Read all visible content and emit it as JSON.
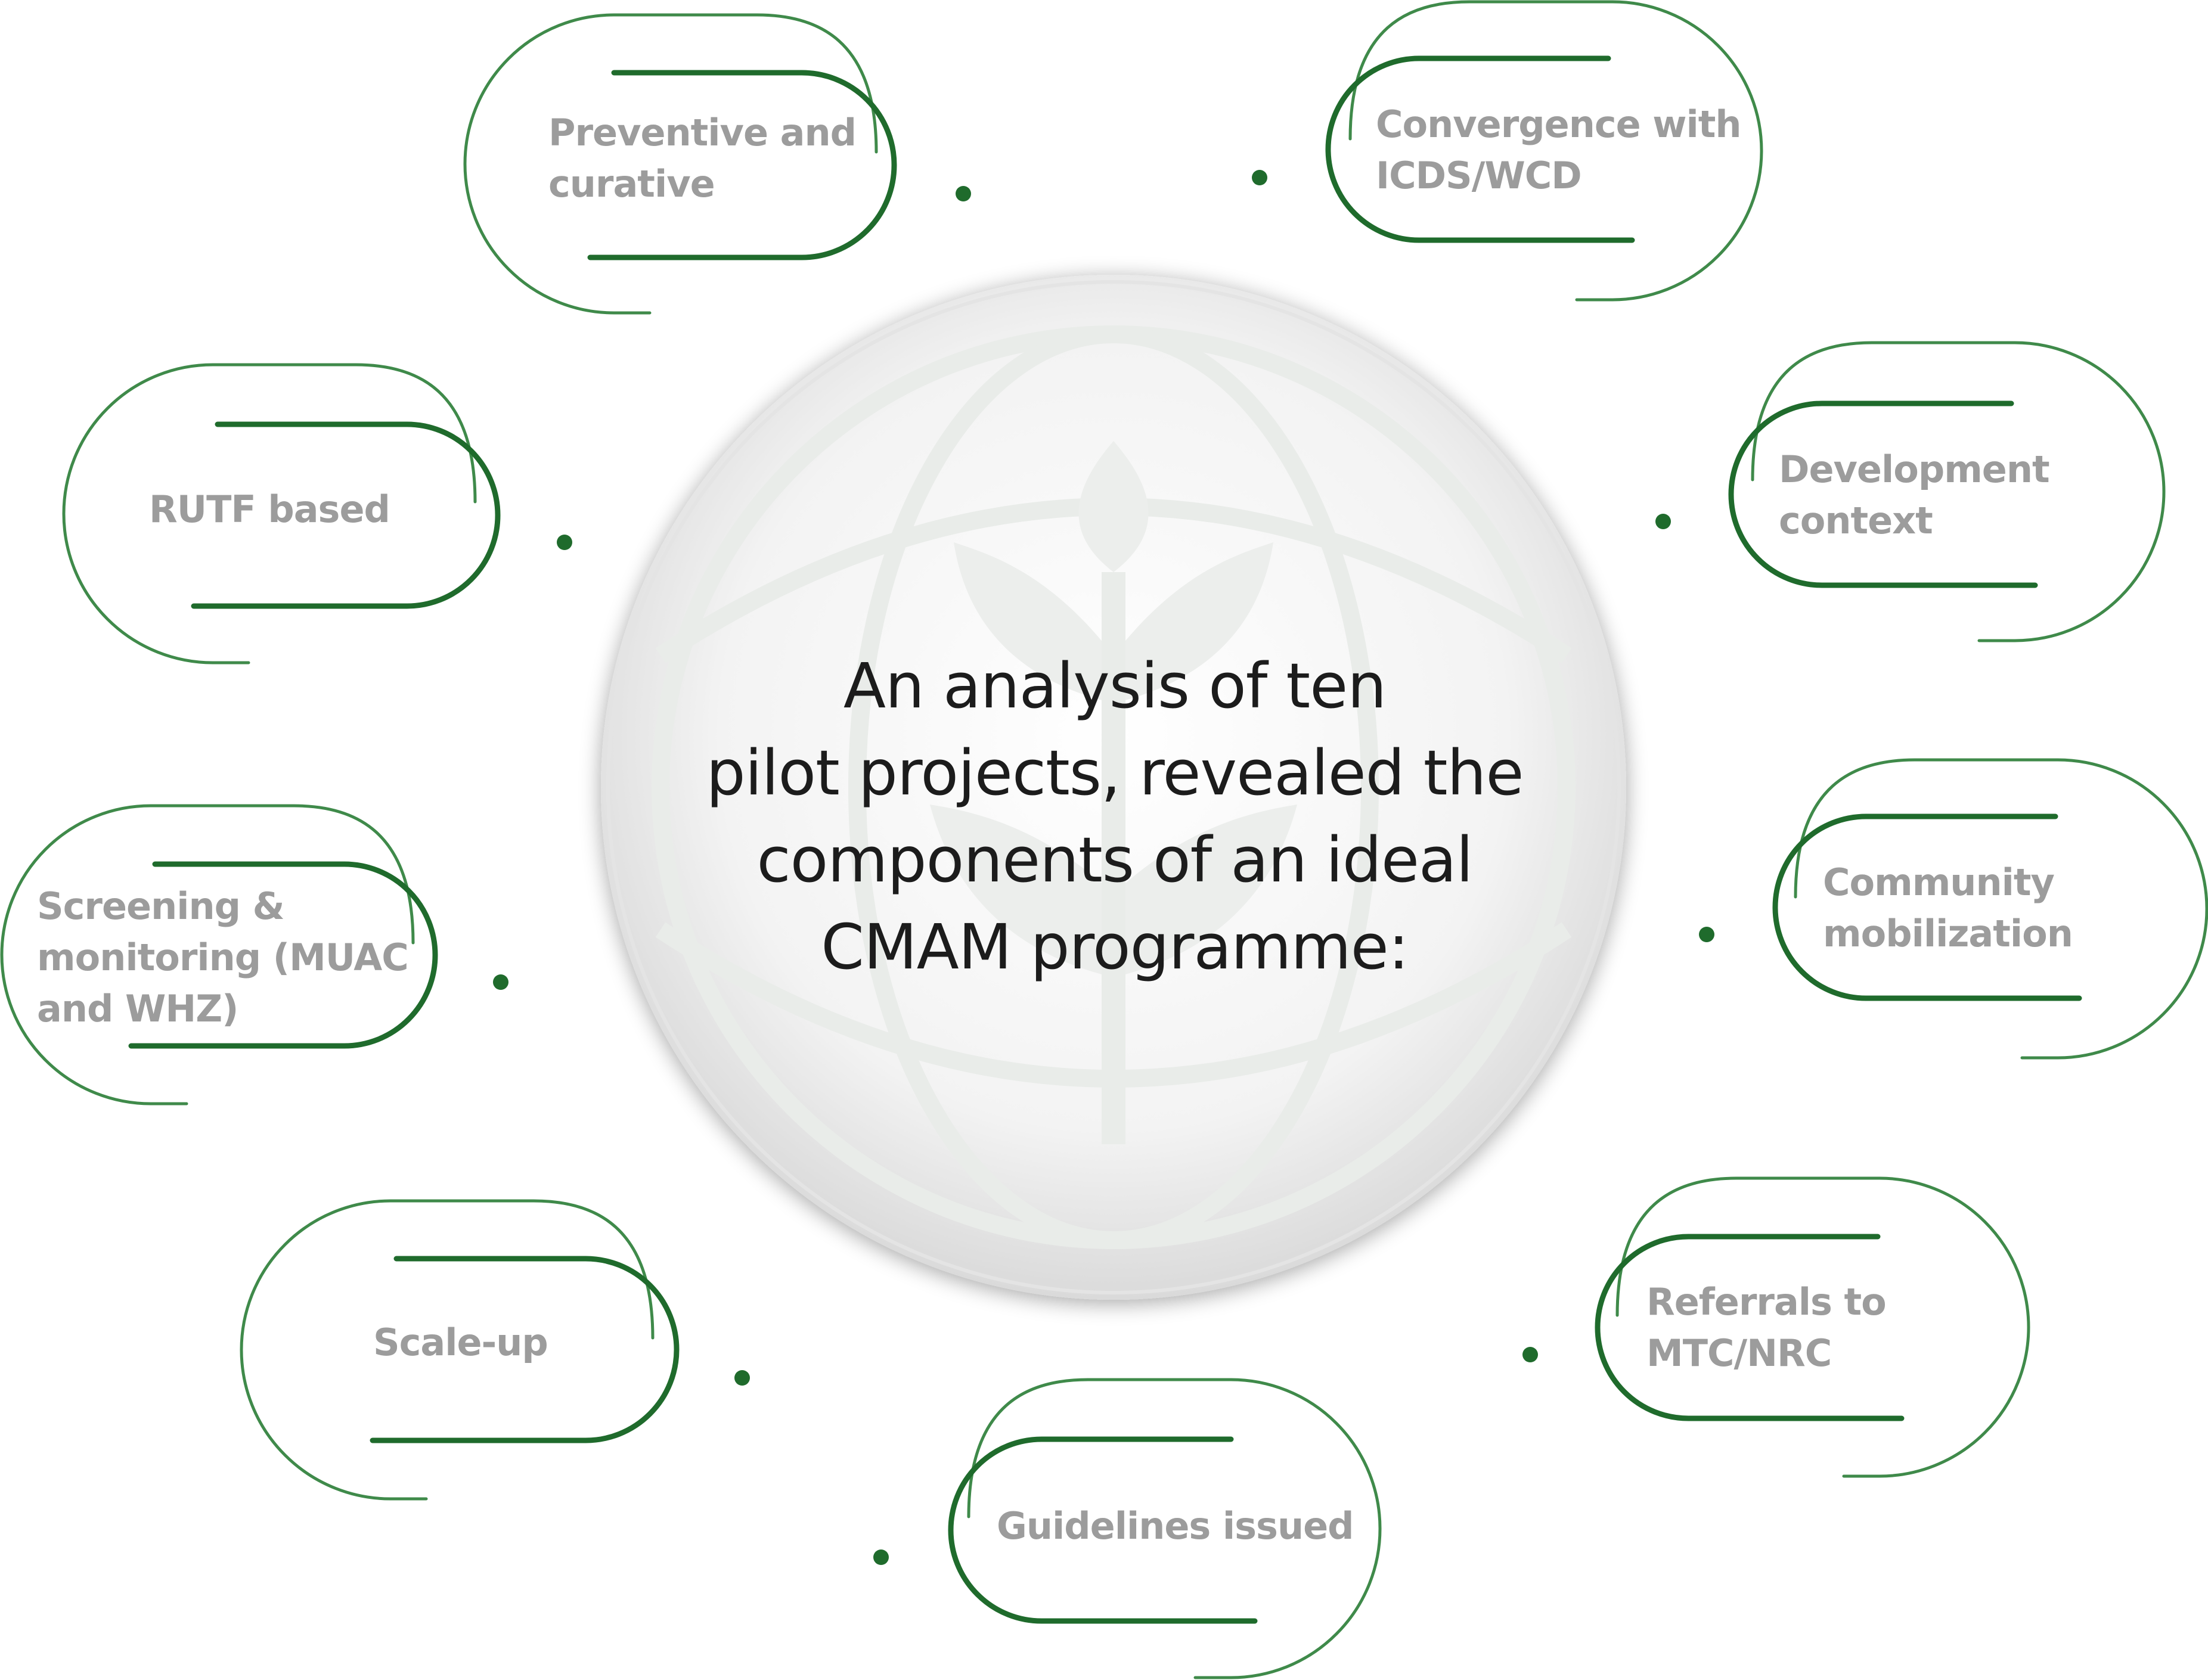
{
  "center": {
    "lines": [
      "An analysis of ten",
      "pilot projects, revealed the",
      "components of an ideal",
      "CMAM programme:"
    ]
  },
  "nodes": [
    {
      "id": "preventive",
      "lines": [
        "Preventive and",
        "curative"
      ]
    },
    {
      "id": "convergence",
      "lines": [
        "Convergence with",
        "ICDS/WCD"
      ]
    },
    {
      "id": "rutf",
      "lines": [
        "RUTF based"
      ]
    },
    {
      "id": "development",
      "lines": [
        "Development",
        "context"
      ]
    },
    {
      "id": "screening",
      "lines": [
        "Screening &",
        "monitoring (MUAC",
        "and WHZ)"
      ]
    },
    {
      "id": "community",
      "lines": [
        "Community",
        "mobilization"
      ]
    },
    {
      "id": "scaleup",
      "lines": [
        "Scale-up"
      ]
    },
    {
      "id": "referrals",
      "lines": [
        "Referrals to",
        "MTC/NRC"
      ]
    },
    {
      "id": "guidelines",
      "lines": [
        "Guidelines issued"
      ]
    }
  ],
  "colors": {
    "accent_green": "#1f6b2c",
    "outline_green": "#3f8a4a",
    "label_gray": "#9c9c9c",
    "center_text": "#1c1c1c"
  }
}
